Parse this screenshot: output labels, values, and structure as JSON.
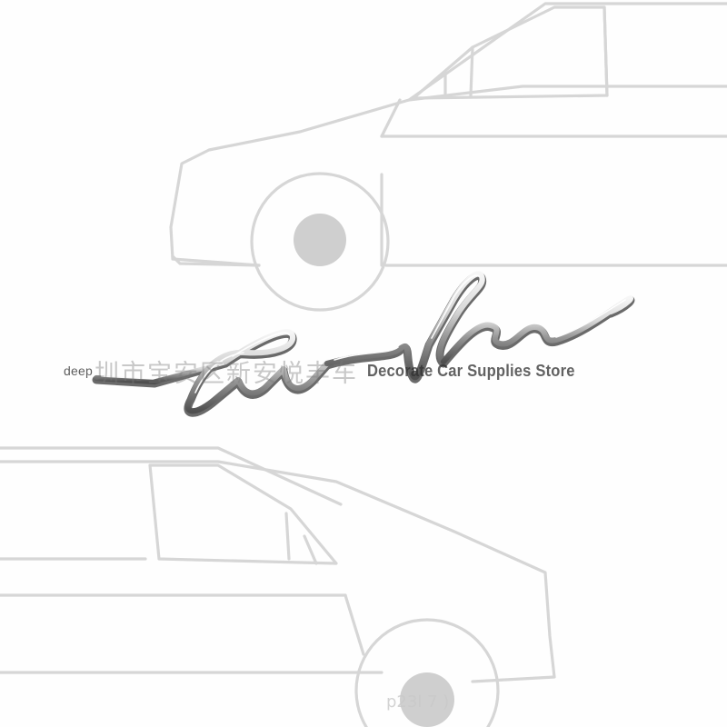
{
  "image": {
    "subject": "chrome-script-emblem",
    "colors": {
      "background": "#fefefe",
      "outline": "#d4d4d4",
      "wheel_hub": "#cfcfcf",
      "chrome_light": "#f4f4f4",
      "chrome_mid": "#b9b9b9",
      "chrome_dark": "#5f5f5f"
    }
  },
  "watermark": {
    "prefix": "deep",
    "store_cn": "圳市宝安区新安悦丰车",
    "store_en": "Decorate Car Supplies Store",
    "bottom_fragment": "p23l   7   )"
  }
}
